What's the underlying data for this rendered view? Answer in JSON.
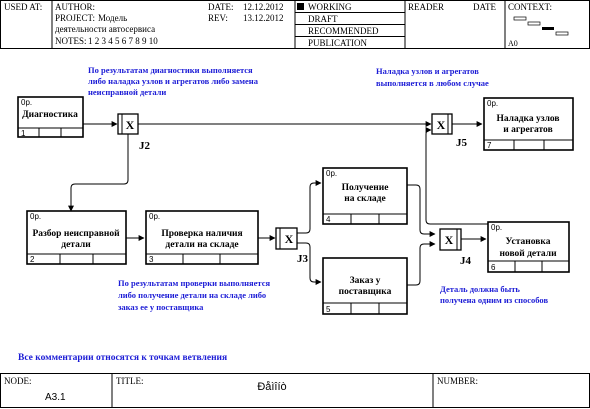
{
  "header": {
    "used_at_label": "USED AT:",
    "author_label": "AUTHOR:",
    "project_label": "PROJECT:",
    "project_value_1": "Модель",
    "project_value_2": "деятельности автосервиса",
    "notes_label": "NOTES:",
    "notes_values": "1 2 3 4 5 6 7 8 9 10",
    "date_label": "DATE:",
    "date_value": "12.12.2012",
    "rev_label": "REV:",
    "rev_value": "13.12.2012",
    "status_working": "WORKING",
    "status_draft": "DRAFT",
    "status_recommended": "RECOMMENDED",
    "status_publication": "PUBLICATION",
    "reader_label": "READER",
    "reader_date_label": "DATE",
    "context_label": "CONTEXT:",
    "context_node": "A0"
  },
  "footer": {
    "node_label": "NODE:",
    "node_value": "A3.1",
    "title_label": "TITLE:",
    "title_value": "Ðåìîíò",
    "number_label": "NUMBER:"
  },
  "boxes": [
    {
      "id": "1",
      "cost": "0р.",
      "label_lines": [
        "Диагностика"
      ]
    },
    {
      "id": "2",
      "cost": "0р.",
      "label_lines": [
        "Разбор неисправной",
        "детали"
      ]
    },
    {
      "id": "3",
      "cost": "0р.",
      "label_lines": [
        "Проверка наличия",
        "детали на складе"
      ]
    },
    {
      "id": "4",
      "cost": "0р.",
      "label_lines": [
        "Получение",
        "на складе"
      ]
    },
    {
      "id": "5",
      "cost": "0р.",
      "label_lines": [
        "Заказ у",
        "поставщика"
      ]
    },
    {
      "id": "6",
      "cost": "0р.",
      "label_lines": [
        "Установка",
        "новой детали"
      ]
    },
    {
      "id": "7",
      "cost": "0р.",
      "label_lines": [
        "Наладка узлов",
        "и агрегатов"
      ]
    }
  ],
  "junctions": [
    {
      "label": "J2",
      "symbol": "X"
    },
    {
      "label": "J3",
      "symbol": "X"
    },
    {
      "label": "J4",
      "symbol": "X"
    },
    {
      "label": "J5",
      "symbol": "X"
    }
  ],
  "notes": [
    [
      "По результатам диагностики выполняется",
      "либо наладка узлов и агрегатов либо замена",
      "неисправной детали"
    ],
    [
      "Наладка узлов и агрегатов",
      "выполняется в любом случае"
    ],
    [
      "По результатам проверки выполняется",
      "либо получение детали на складе либо",
      "заказ ее у поставщика"
    ],
    [
      "Деталь должна быть",
      "получена одним из способов"
    ],
    [
      "Все комментарии относятся к точкам ветвления"
    ]
  ]
}
